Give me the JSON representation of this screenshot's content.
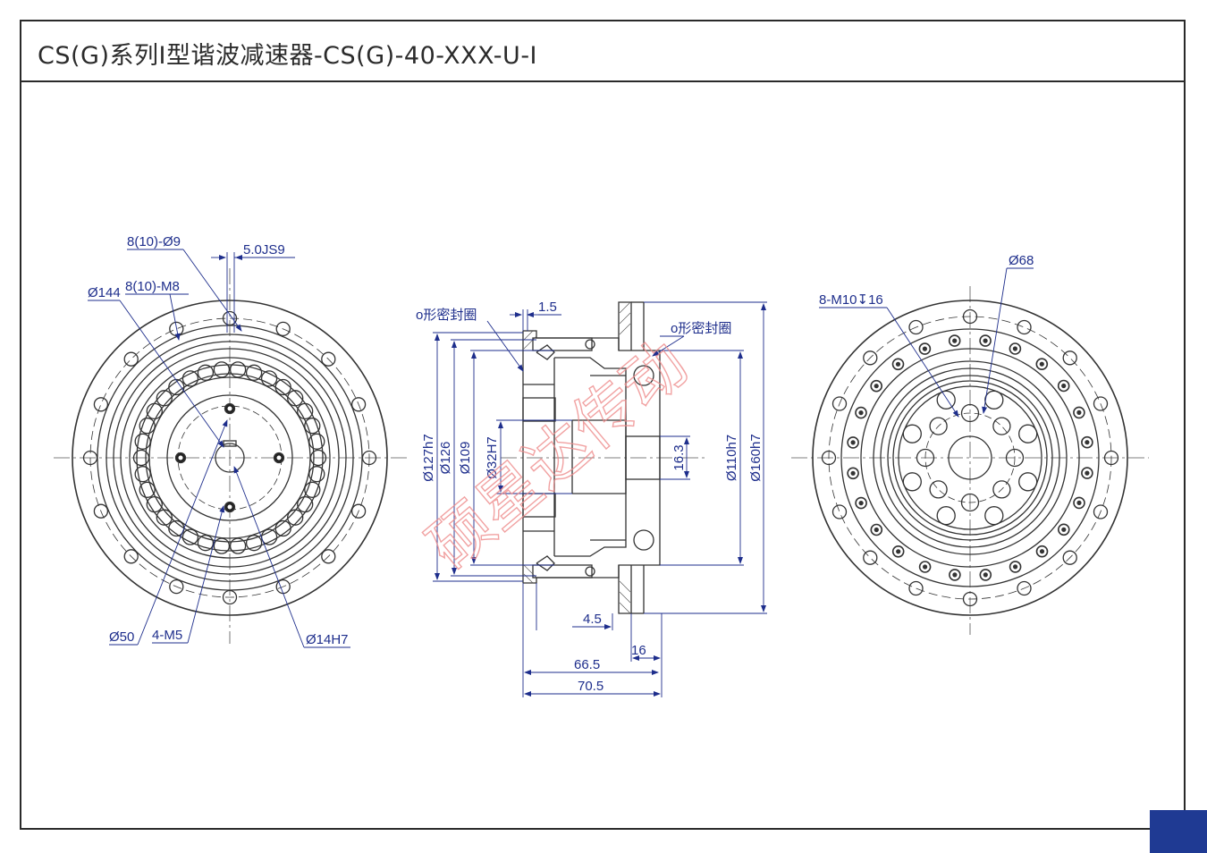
{
  "header": {
    "title": "CS(G)系列I型谐波减速器-CS(G)-40-XXX-U-I"
  },
  "watermark": "硕星达传动",
  "front_view": {
    "labels": {
      "mount_holes": "8(10)-Ø9",
      "keyway": "5.0JS9",
      "outer_dia": "Ø144",
      "threads": "8(10)-M8",
      "hub_dia": "Ø50",
      "hub_threads": "4-M5",
      "bore": "Ø14H7"
    }
  },
  "section_view": {
    "labels": {
      "seal_left": "o形密封圈",
      "seal_gap": "1.5",
      "seal_right": "o形密封圈",
      "d127": "Ø127h7",
      "d126": "Ø126",
      "d109": "Ø109",
      "d32": "Ø32H7",
      "d16_3": "16.3",
      "d110": "Ø110h7",
      "d160": "Ø160h7",
      "l4_5": "4.5",
      "l16": "16",
      "l66_5": "66.5",
      "l70_5": "70.5"
    }
  },
  "rear_view": {
    "labels": {
      "center_dia": "Ø68",
      "threads": "8-M10↧16"
    }
  }
}
